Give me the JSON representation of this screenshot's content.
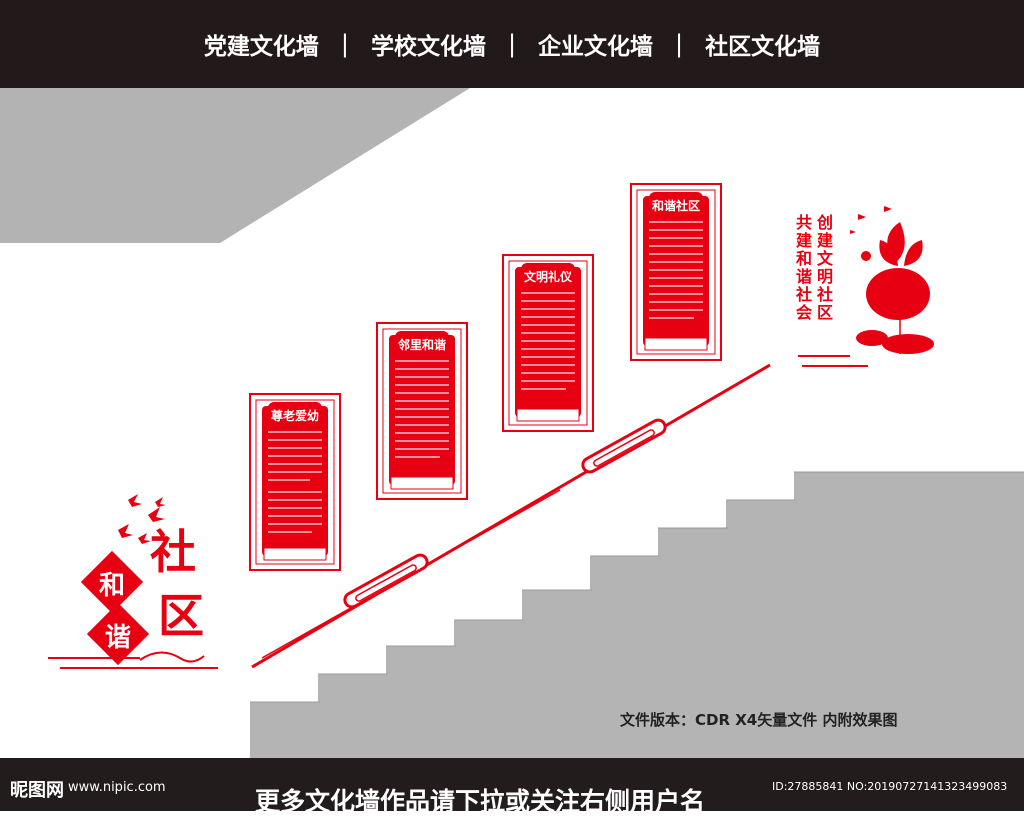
{
  "nav": {
    "items": [
      "党建文化墙",
      "学校文化墙",
      "企业文化墙",
      "社区文化墙"
    ],
    "separator": "|"
  },
  "panels": [
    {
      "title": "尊老爱幼"
    },
    {
      "title": "邻里和谐"
    },
    {
      "title": "文明礼仪"
    },
    {
      "title": "和谐社区"
    }
  ],
  "left_logo": {
    "chars": [
      "社",
      "区"
    ],
    "diamond_chars": [
      "和",
      "谐"
    ]
  },
  "right_slogan": {
    "col1": [
      "创",
      "建",
      "文",
      "明",
      "社",
      "区"
    ],
    "col2": [
      "共",
      "建",
      "和",
      "谐",
      "社",
      "会"
    ]
  },
  "file_info": "文件版本：CDR X4矢量文件  内附效果图",
  "bottom_text": "更多文化墙作品请下拉或关注右侧用户名",
  "watermark": {
    "logo": "昵图网",
    "url": "www.nipic.com",
    "id": "ID:27885841 NO:20190727141323499083"
  },
  "colors": {
    "accent": "#e60012",
    "dark_bar": "#221a1a",
    "stair_gray": "#b4b4b4"
  }
}
